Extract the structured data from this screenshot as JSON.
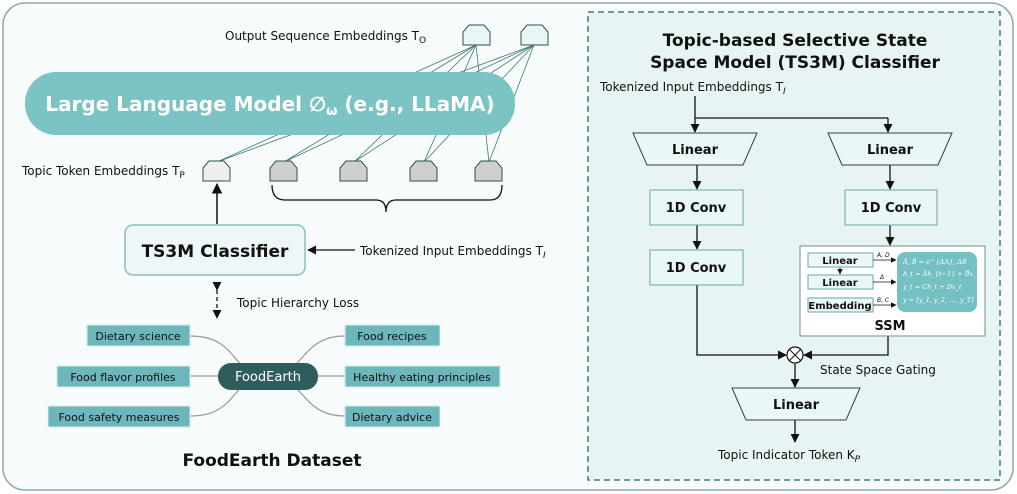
{
  "left": {
    "output_label": "Output Sequence Embeddings T",
    "output_sub": "O",
    "llm_label": "Large Language Model ∅",
    "llm_sub": "ω",
    "llm_suffix": " (e.g., LLaMA)",
    "topic_token_label": "Topic Token Embeddings T",
    "topic_token_sub": "P",
    "classifier_label": "TS3M Classifier",
    "tokenized_label": "Tokenized Input Embeddings T",
    "tokenized_sub": "I",
    "loss_label": "Topic Hierarchy Loss",
    "center_node": "FoodEarth",
    "topics_left": [
      "Dietary science",
      "Food flavor profiles",
      "Food safety measures"
    ],
    "topics_right": [
      "Food recipes",
      "Healthy eating principles",
      "Dietary advice"
    ],
    "dataset_title": "FoodEarth Dataset"
  },
  "right": {
    "title_line1": "Topic-based Selective State",
    "title_line2": "Space Model (TS3M) Classifier",
    "input_label": "Tokenized Input Embeddings T",
    "input_sub": "I",
    "linear": "Linear",
    "conv": "1D Conv",
    "ssm": {
      "title": "SSM",
      "blocks": [
        "Linear",
        "Linear",
        "Embedding"
      ],
      "edge_labels": [
        "A, D",
        "Δ",
        "B, C"
      ],
      "equations": [
        "Ā, B̄ = e^{ΔA}, ΔB",
        "h_t = Āh_{t−1} + B̄x_t",
        "y_t = Ch_t + Dx_t",
        "y = [y_1, y_2, …, y_T]"
      ]
    },
    "gating_label": "State Space Gating",
    "output_label": "Topic Indicator Token K",
    "output_sub": "P"
  },
  "colors": {
    "teal": "#7cc3c3",
    "dark_node": "#2f5d5d",
    "topic_box": "#6db6bb",
    "panel_bg": "#e8f4f3"
  }
}
